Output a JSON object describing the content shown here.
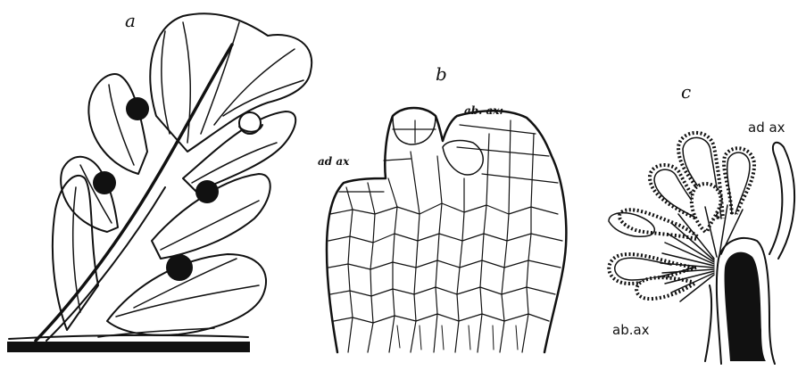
{
  "panels": [
    {
      "id": "a",
      "label": "a",
      "annotations": []
    },
    {
      "id": "b",
      "label": "b",
      "annotations": [
        "ad ax",
        "ab. ax:"
      ]
    },
    {
      "id": "c",
      "label": "c",
      "annotations": [
        "ad ax",
        "ab.ax"
      ]
    }
  ],
  "colors": {
    "ink": "#111111",
    "paper": "#ffffff"
  }
}
